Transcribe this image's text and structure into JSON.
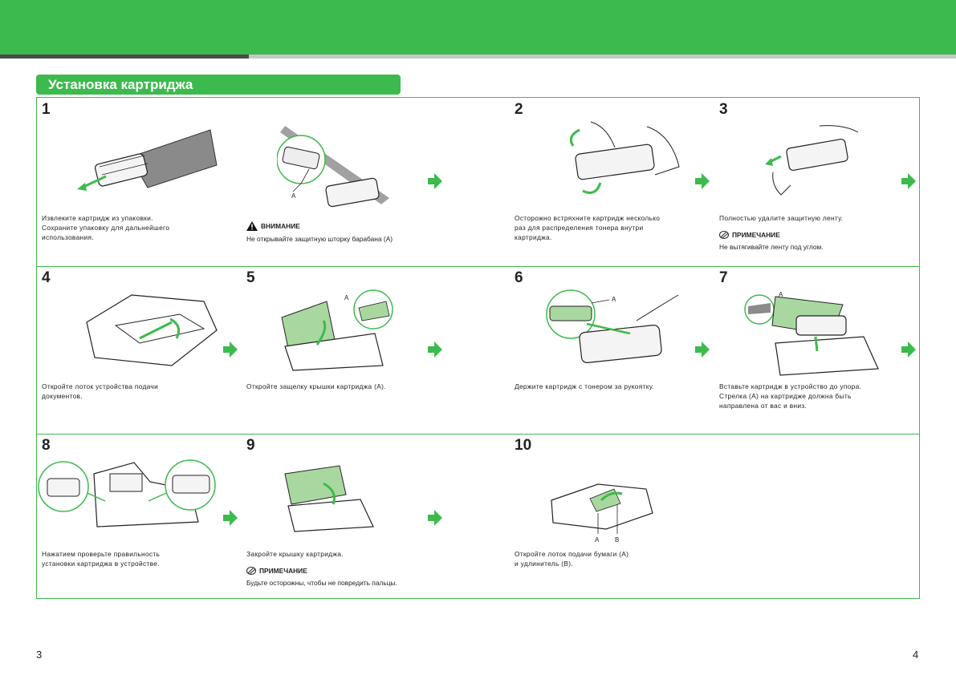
{
  "header": {
    "section_title": "Установка картриджа"
  },
  "steps": [
    {
      "num": "1",
      "desc_lines": [
        "Извлеките картридж из упаковки.",
        "Сохраните упаковку для дальнейшего",
        "использования."
      ]
    },
    {
      "caution_label": "ВНИМАНИЕ",
      "caution_text": "Не открывайте защитную шторку барабана (A)",
      "callout": "A"
    },
    {
      "num": "2",
      "desc_lines": [
        "Осторожно встряхните картридж несколько",
        "раз для распределения тонера внутри",
        "картриджа."
      ]
    },
    {
      "num": "3",
      "desc_lines": [
        "Полностью удалите защитную ленту."
      ],
      "note_label": "ПРИМЕЧАНИЕ",
      "note_text": "Не вытягивайте ленту под углом."
    },
    {
      "num": "4",
      "desc_lines": [
        "Откройте лоток устройства подачи",
        "документов."
      ]
    },
    {
      "num": "5",
      "desc_lines": [
        "Откройте защелку крышки картриджа (A)."
      ],
      "callout": "A"
    },
    {
      "num": "6",
      "desc_lines": [
        "Держите картридж с тонером за рукоятку."
      ],
      "callout": "A"
    },
    {
      "num": "7",
      "desc_lines": [
        "Вставьте картридж в устройство до упора.",
        "Стрелка (A) на картридже должна быть",
        "направлена от вас и вниз."
      ],
      "callout": "A"
    },
    {
      "num": "8",
      "desc_lines": [
        "Нажатием проверьте правильность",
        "установки картриджа в устройстве."
      ]
    },
    {
      "num": "9",
      "desc_lines": [
        "Закройте крышку картриджа."
      ],
      "note_label": "ПРИМЕЧАНИЕ",
      "note_text": "Будьте осторожны, чтобы не повредить пальцы."
    },
    {
      "num": "10",
      "desc_lines": [
        "Откройте лоток подачи бумаги (A)",
        "и удлинитель (B)."
      ],
      "callout_a": "A",
      "callout_b": "B"
    }
  ],
  "footer": {
    "page_left": "3",
    "page_right": "4"
  },
  "colors": {
    "accent": "#3dba4d",
    "dark_strip": "#4a4a4a",
    "light_strip": "#c6c6c6"
  }
}
